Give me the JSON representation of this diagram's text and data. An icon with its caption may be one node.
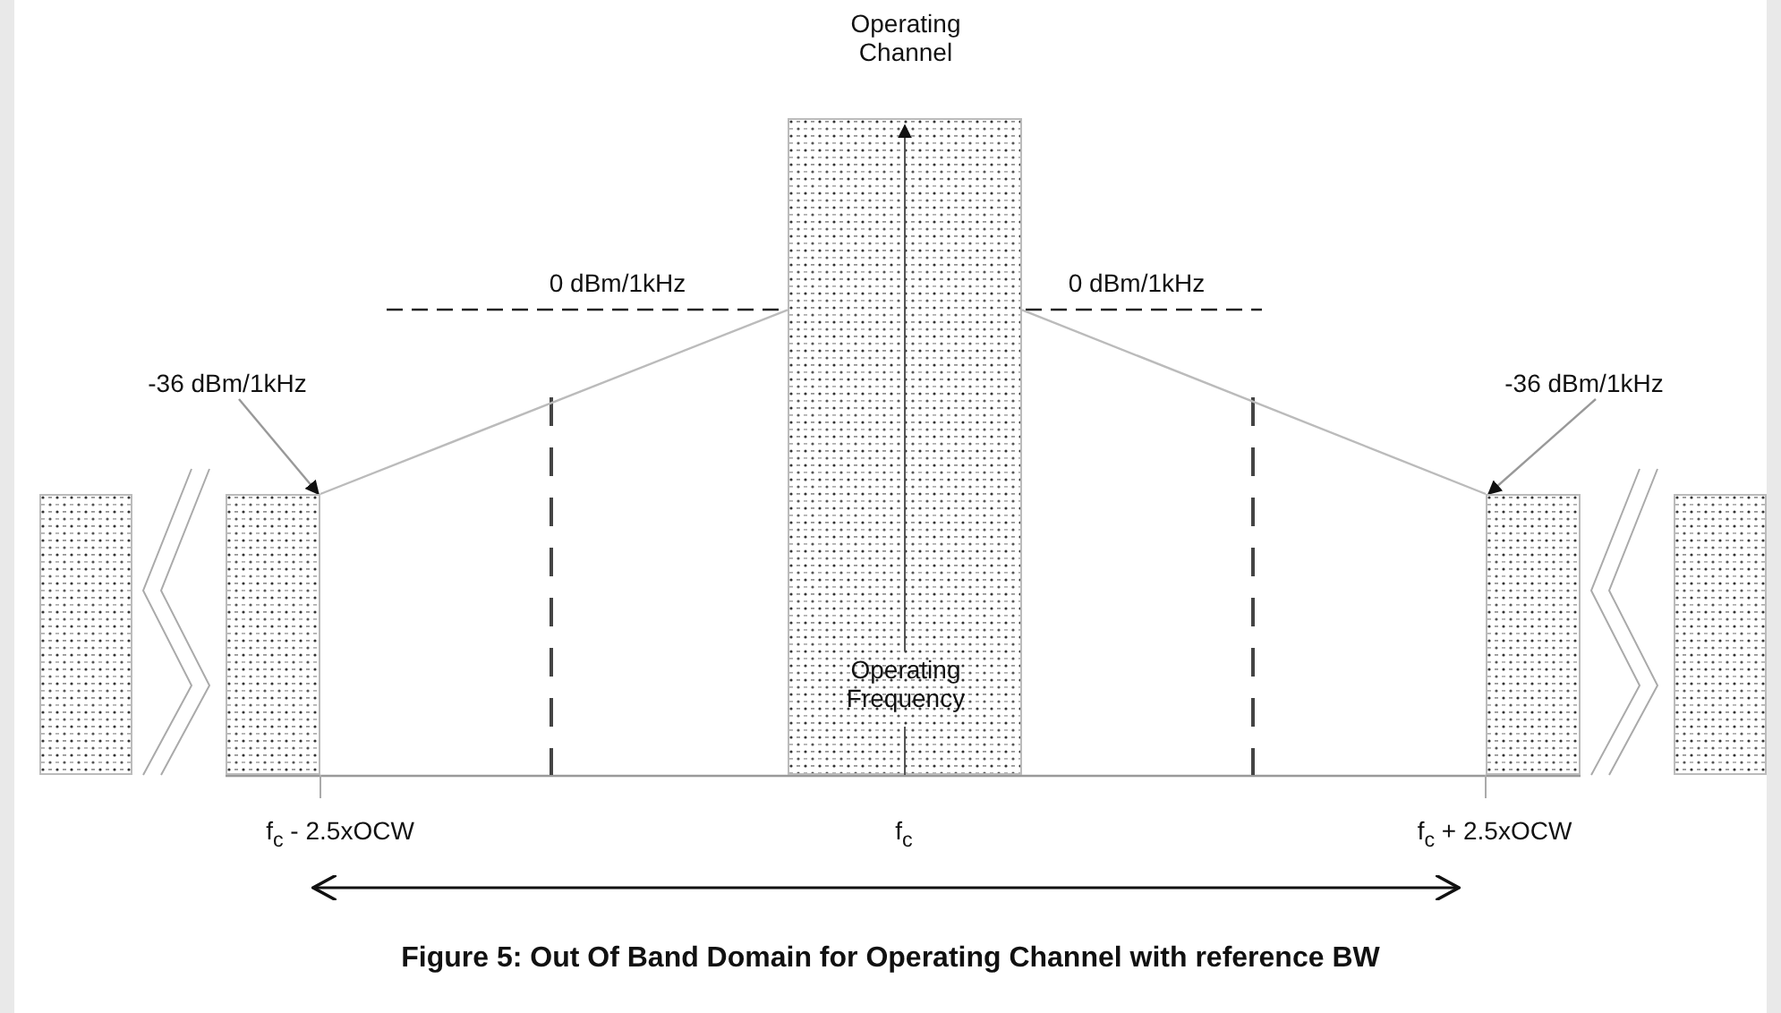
{
  "diagram": {
    "caption": "Figure 5: Out Of Band Domain for Operating Channel with reference BW",
    "nodes": [
      {
        "text": [
          "Operating Channel",
          "Operating Frequency"
        ]
      },
      {
        "text": [],
        "shape": "box"
      },
      {
        "text": [],
        "shape": "box"
      },
      {
        "text": [],
        "shape": "box"
      },
      {
        "text": [],
        "shape": "box"
      },
      {
        "text": [
          "-36 dBm/1kHz"
        ]
      },
      {
        "text": [
          "-36 dBm/1kHz"
        ]
      }
    ],
    "edges": [
      {
        "from": 2,
        "to": 0,
        "arrow": "none"
      },
      {
        "from": 0,
        "to": 3,
        "arrow": "none"
      },
      {
        "from": 5,
        "to": 2,
        "arrow": "to"
      },
      {
        "from": 6,
        "to": 3,
        "arrow": "to"
      }
    ],
    "labels": [
      "0 dBm/1kHz",
      "0 dBm/1kHz",
      "f$_{c}$ - 2.5xOCW",
      "f$_{c}$",
      "f$_{c}$ + 2.5xOCW"
    ]
  }
}
